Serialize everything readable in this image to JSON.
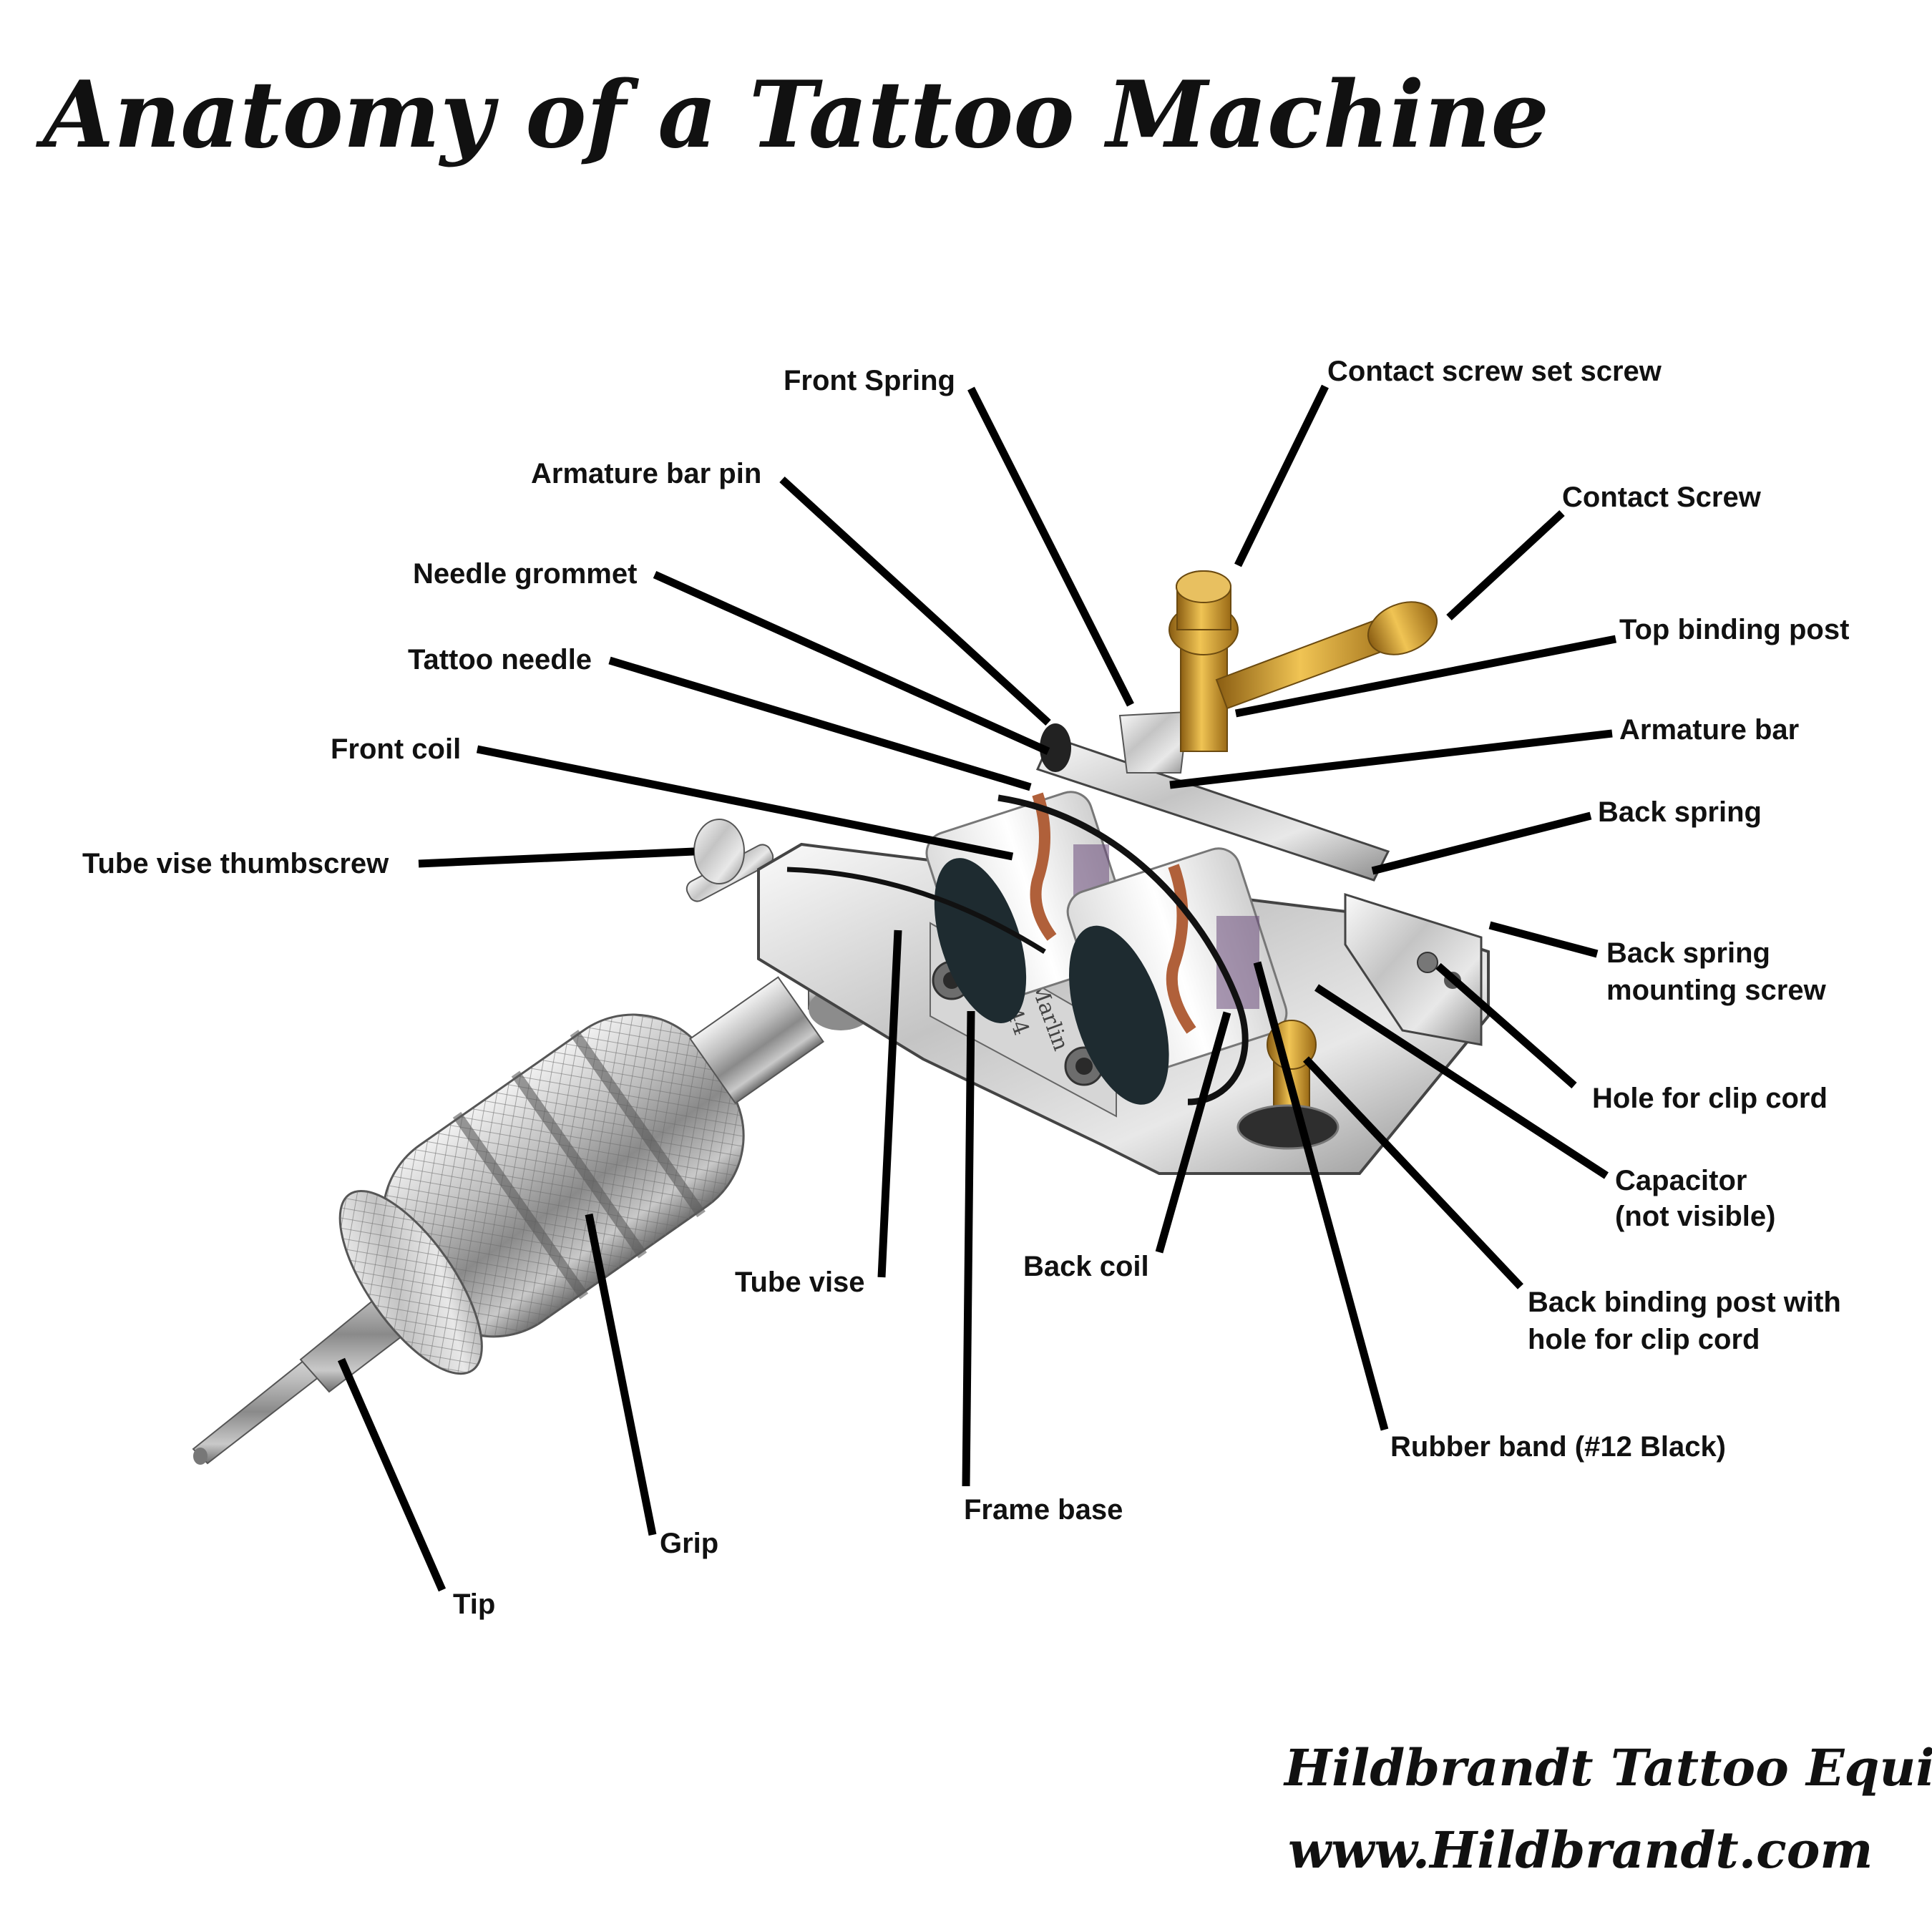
{
  "title": "Anatomy of a Tattoo Machine",
  "footer": {
    "company": "Hildbrandt Tattoo Equipment",
    "website": "www.Hildbrandt.com"
  },
  "labels": {
    "front_spring": "Front Spring",
    "contact_screw_set_screw": "Contact screw set screw",
    "armature_bar_pin": "Armature bar pin",
    "contact_screw": "Contact Screw",
    "needle_grommet": "Needle grommet",
    "top_binding_post": "Top binding post",
    "tattoo_needle": "Tattoo needle",
    "armature_bar": "Armature bar",
    "front_coil": "Front coil",
    "back_spring": "Back spring",
    "tube_vise_thumbscrew": "Tube vise thumbscrew",
    "back_spring_mounting_screw_1": "Back spring",
    "back_spring_mounting_screw_2": "mounting screw",
    "hole_for_clip_cord": "Hole for clip cord",
    "capacitor_1": "Capacitor",
    "capacitor_2": "(not visible)",
    "tube_vise": "Tube vise",
    "back_coil": "Back coil",
    "back_binding_post_1": "Back binding post with",
    "back_binding_post_2": "hole for clip cord",
    "rubber_band": "Rubber band (#12 Black)",
    "frame_base": "Frame base",
    "grip": "Grip",
    "tip": "Tip"
  },
  "machine": {
    "frame_engraving_1": "444",
    "frame_engraving_2": "Marlin"
  }
}
